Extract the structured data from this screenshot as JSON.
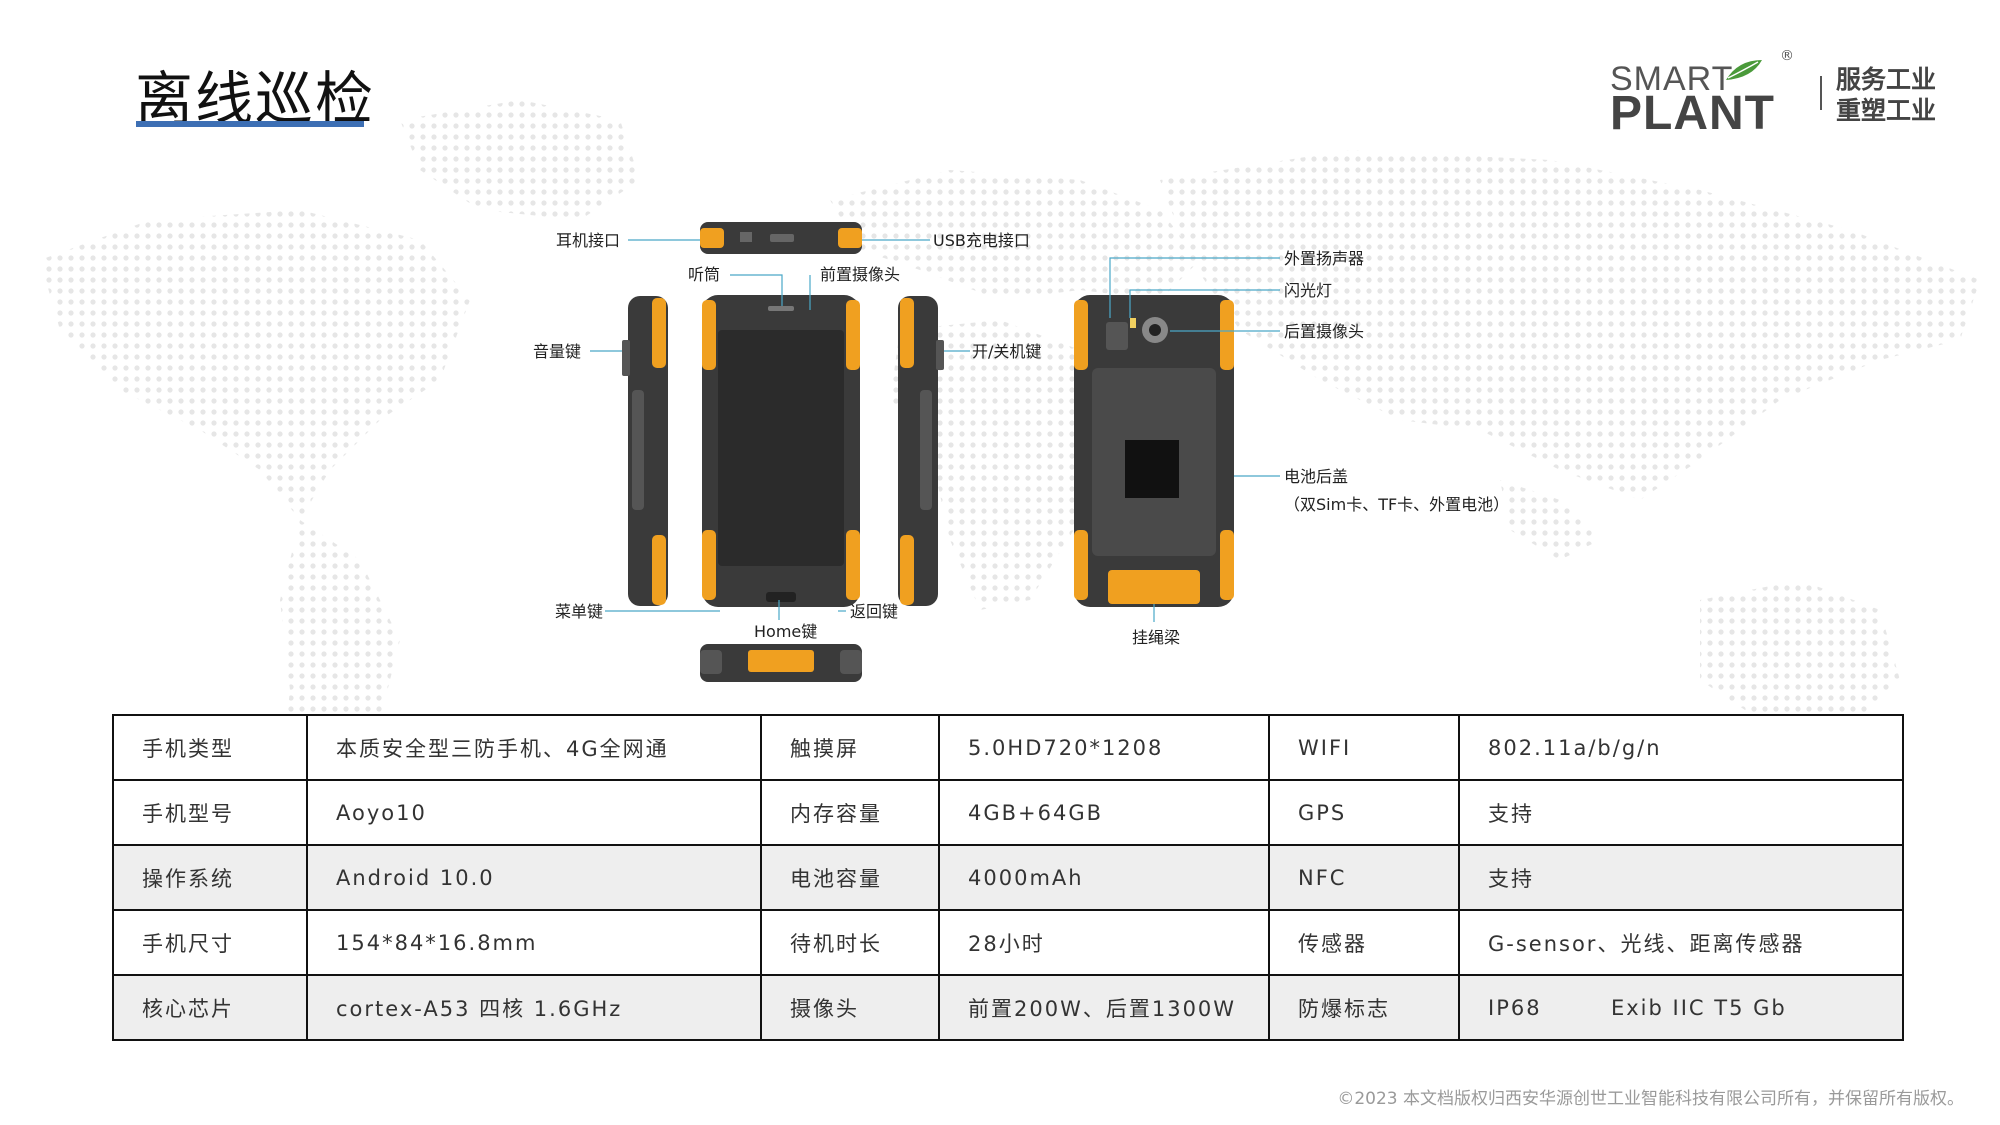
{
  "page": {
    "title": "离线巡检",
    "accent_color": "#3d6fb4"
  },
  "logo": {
    "smart": "SMART",
    "plant": "PLANT",
    "registered": "®",
    "slogan_line1": "服务工业",
    "slogan_line2": "重塑工业"
  },
  "diagram": {
    "callouts": {
      "earphone_port": "耳机接口",
      "usb_port": "USB充电接口",
      "receiver": "听筒",
      "front_camera": "前置摄像头",
      "volume_key": "音量键",
      "power_key": "开/关机键",
      "menu_key": "菜单键",
      "home_key": "Home键",
      "back_key": "返回键",
      "external_speaker": "外置扬声器",
      "flashlight": "闪光灯",
      "rear_camera": "后置摄像头",
      "battery_cover": "电池后盖",
      "battery_cover_note": "（双Sim卡、TF卡、外置电池）",
      "lanyard": "挂绳梁"
    },
    "colors": {
      "body": "#3a3a3a",
      "accent": "#f0a020",
      "screen": "#2b2b2b"
    }
  },
  "specs": {
    "rows": [
      [
        "手机类型",
        "本质安全型三防手机、4G全网通",
        "触摸屏",
        "5.0HD720*1208",
        "WIFI",
        "802.11a/b/g/n"
      ],
      [
        "手机型号",
        "Aoyo10",
        "内存容量",
        "4GB+64GB",
        "GPS",
        "支持"
      ],
      [
        "操作系统",
        "Android 10.0",
        "电池容量",
        "4000mAh",
        "NFC",
        "支持"
      ],
      [
        "手机尺寸",
        "154*84*16.8mm",
        "待机时长",
        "28小时",
        "传感器",
        "G-sensor、光线、距离传感器"
      ],
      [
        "核心芯片",
        "cortex-A53 四核 1.6GHz",
        "摄像头",
        "前置200W、后置1300W",
        "防爆标志",
        "IP68        Exib IIC T5 Gb"
      ]
    ]
  },
  "footer": {
    "copyright": "©2023 本文档版权归西安华源创世工业智能科技有限公司所有，并保留所有版权。"
  }
}
